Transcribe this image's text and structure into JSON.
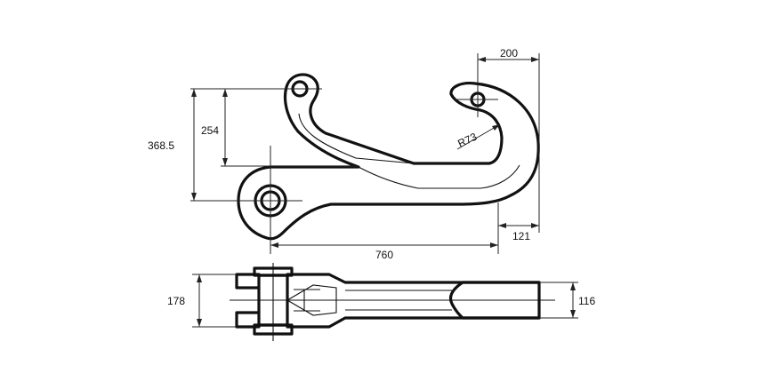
{
  "dimensions": {
    "top_width": "200",
    "radius": "R73",
    "height_total": "368.5",
    "height_pin": "254",
    "length": "760",
    "offset": "121",
    "width_fork": "178",
    "width_shank": "116"
  }
}
